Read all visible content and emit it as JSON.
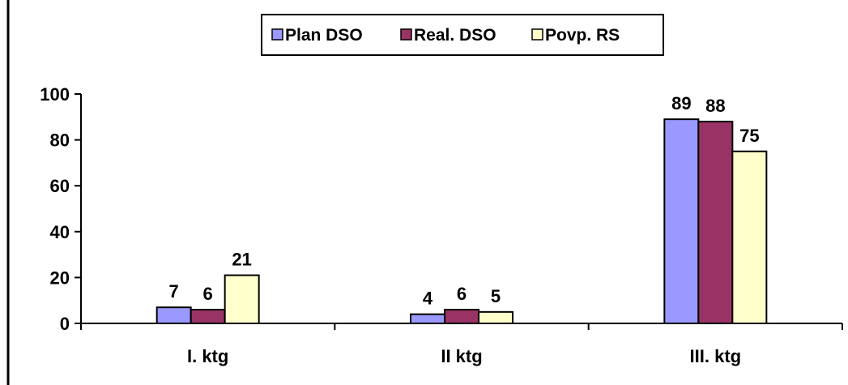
{
  "chart_data": {
    "type": "bar",
    "categories": [
      "I. ktg",
      "II ktg",
      "III. ktg"
    ],
    "series": [
      {
        "name": "Plan DSO",
        "values": [
          7,
          4,
          89
        ],
        "color": "#9999FF"
      },
      {
        "name": "Real. DSO",
        "values": [
          6,
          6,
          88
        ],
        "color": "#993366"
      },
      {
        "name": "Povp. RS",
        "values": [
          21,
          5,
          75
        ],
        "color": "#FFFFCC"
      }
    ],
    "ylim": [
      0,
      100
    ],
    "yticks": [
      0,
      20,
      40,
      60,
      80,
      100
    ],
    "grid": false,
    "legend_position": "top-center",
    "data_labels": true
  }
}
